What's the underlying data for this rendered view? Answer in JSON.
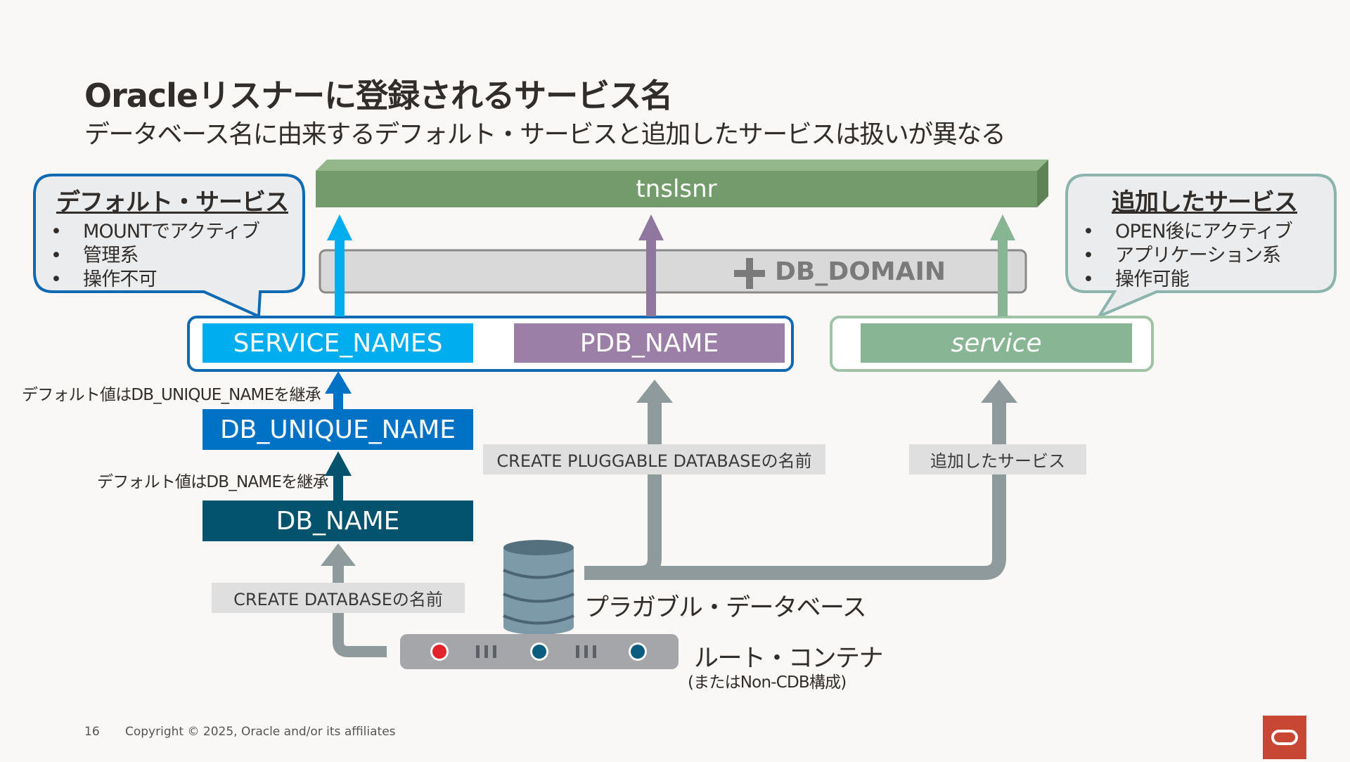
{
  "title": "Oracleリスナーに登録されるサービス名",
  "subtitle": "データベース名に由来するデフォルト・サービスと追加したサービスは扱いが異なる",
  "listener": "tnslsnr",
  "db_domain": "DB_DOMAIN",
  "service_names": "SERVICE_NAMES",
  "pdb_name": "PDB_NAME",
  "service": "service",
  "db_unique_name": "DB_UNIQUE_NAME",
  "db_name": "DB_NAME",
  "note_inherit_unique": "デフォルト値はDB_UNIQUE_NAMEを継承",
  "note_inherit_dbname": "デフォルト値はDB_NAMEを継承",
  "label_create_pdb": "CREATE PLUGGABLE DATABASEの名前",
  "label_added_service": "追加したサービス",
  "label_create_db": "CREATE DATABASEの名前",
  "pdb_label": "プラガブル・データベース",
  "root_label": "ルート・コンテナ",
  "root_sublabel": "(またはNon-CDB構成)",
  "default_callout": {
    "title": "デフォルト・サービス",
    "items": [
      "MOUNTでアクティブ",
      "管理系",
      "操作不可"
    ]
  },
  "added_callout": {
    "title": "追加したサービス",
    "items": [
      "OPEN後にアクティブ",
      "アプリケーション系",
      "操作可能"
    ]
  },
  "footer": {
    "page": "16",
    "copyright": "Copyright © 2025, Oracle and/or its affiliates"
  },
  "colors": {
    "listener": "#749b6b",
    "service_names": "#00aeef",
    "pdb": "#9b7fa6",
    "service": "#88b593",
    "db_unique": "#0072c6",
    "db_name": "#04536e",
    "arrow_gray": "#8e9a9c",
    "logo": "#c74634"
  }
}
